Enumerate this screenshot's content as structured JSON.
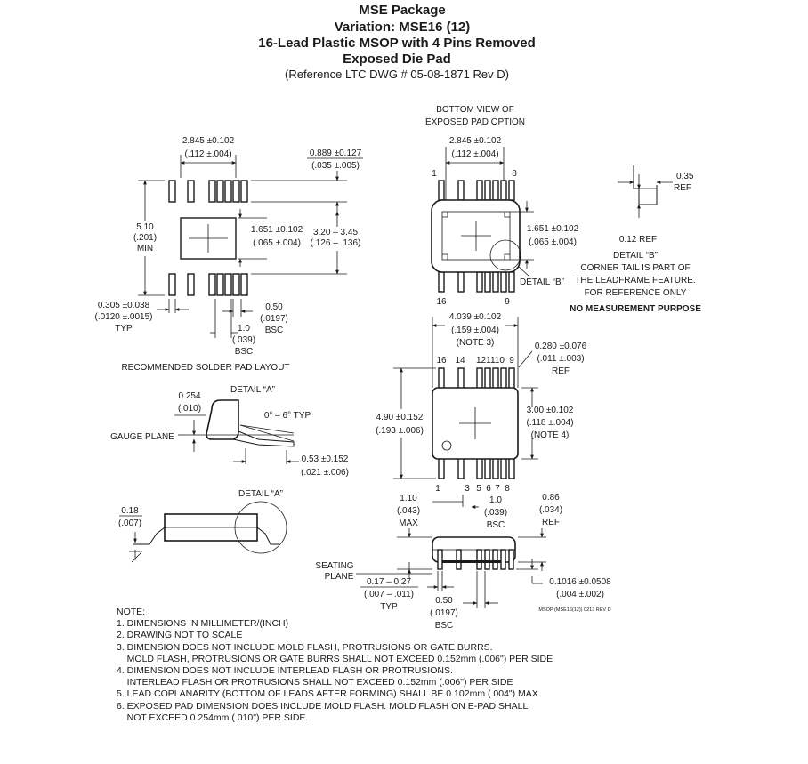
{
  "title": {
    "line1": "MSE Package",
    "line2": "Variation: MSE16 (12)",
    "line3": "16-Lead Plastic MSOP with 4 Pins Removed",
    "line4": "Exposed Die Pad",
    "reference": "(Reference LTC DWG # 05-08-1871 Rev D)"
  },
  "solder_layout": {
    "width_mm": "2.845 ±0.102",
    "width_in": "(.112 ±.004)",
    "pad_w_mm": "0.889 ±0.127",
    "pad_w_in": "(.035 ±.005)",
    "min_mm": "5.10",
    "min_in": "(.201)",
    "min_label": "MIN",
    "epad_mm": "1.651 ±0.102",
    "epad_in": "(.065 ±.004)",
    "span_mm": "3.20 – 3.45",
    "span_in": "(.126 – .136)",
    "lead_w_mm": "0.305 ±0.038",
    "lead_w_in": "(.0120 ±.0015)",
    "lead_w_typ": "TYP",
    "pitch_mm": "0.50",
    "pitch_in": "(.0197)",
    "pitch_bsc": "BSC",
    "pitch2_mm": "1.0",
    "pitch2_in": "(.039)",
    "pitch2_bsc": "BSC",
    "caption": "RECOMMENDED SOLDER PAD LAYOUT"
  },
  "bottom_view": {
    "caption1": "BOTTOM VIEW OF",
    "caption2": "EXPOSED PAD OPTION",
    "width_mm": "2.845 ±0.102",
    "width_in": "(.112 ±.004)",
    "pin1": "1",
    "pin8": "8",
    "pin16": "16",
    "pin9": "9",
    "epad_mm": "1.651 ±0.102",
    "epad_in": "(.065 ±.004)",
    "detail_b": "DETAIL “B”"
  },
  "detail_b": {
    "dim": "0.35",
    "ref": "REF",
    "dim2": "0.12 REF",
    "title": "DETAIL “B”",
    "text1": "CORNER TAIL IS PART OF",
    "text2": "THE LEADFRAME FEATURE.",
    "text3": "FOR REFERENCE ONLY",
    "text4": "NO MEASUREMENT PURPOSE"
  },
  "top_view": {
    "width_mm": "4.039 ±0.102",
    "width_in": "(.159 ±.004)",
    "width_note": "(NOTE 3)",
    "lead_mm": "0.280 ±0.076",
    "lead_in": "(.011 ±.003)",
    "lead_ref": "REF",
    "pins_top": [
      "16",
      "14",
      "121110",
      "9"
    ],
    "pins_bottom": [
      "1",
      "3",
      "5",
      "6",
      "7",
      "8"
    ],
    "len_mm": "4.90 ±0.152",
    "len_in": "(.193 ±.006)",
    "body_mm": "3.00 ±0.102",
    "body_in": "(.118 ±.004)",
    "body_note": "(NOTE 4)"
  },
  "detail_a": {
    "title": "DETAIL “A”",
    "thk_mm": "0.254",
    "thk_in": "(.010)",
    "angle": "0° – 6° TYP",
    "gauge": "GAUGE PLANE",
    "foot_mm": "0.53 ±0.152",
    "foot_in": "(.021 ±.006)"
  },
  "side_view": {
    "title": "DETAIL “A”",
    "lead_mm": "0.18",
    "lead_in": "(.007)"
  },
  "front_view": {
    "max_mm": "1.10",
    "max_in": "(.043)",
    "max_label": "MAX",
    "pitch_mm": "1.0",
    "pitch_in": "(.039)",
    "pitch_bsc": "BSC",
    "ref_mm": "0.86",
    "ref_in": "(.034)",
    "ref_label": "REF",
    "seating1": "SEATING",
    "seating2": "PLANE",
    "lw_mm": "0.17 – 0.27",
    "lw_in": "(.007 – .011)",
    "lw_typ": "TYP",
    "standoff_mm": "0.1016 ±0.0508",
    "standoff_in": "(.004 ±.002)",
    "p_mm": "0.50",
    "p_in": "(.0197)",
    "p_bsc": "BSC",
    "drawing_code": "MSOP (MSE16(12)) 0213 REV D"
  },
  "notes": [
    "NOTE:",
    "1. DIMENSIONS IN MILLIMETER/(INCH)",
    "2. DRAWING NOT TO SCALE",
    "3. DIMENSION DOES NOT INCLUDE MOLD FLASH, PROTRUSIONS OR GATE BURRS.",
    "    MOLD FLASH, PROTRUSIONS OR GATE BURRS SHALL NOT EXCEED 0.152mm (.006\") PER SIDE",
    "4. DIMENSION DOES NOT INCLUDE INTERLEAD FLASH OR PROTRUSIONS.",
    "    INTERLEAD FLASH OR PROTRUSIONS SHALL NOT EXCEED 0.152mm (.006\") PER SIDE",
    "5. LEAD COPLANARITY (BOTTOM OF LEADS AFTER FORMING) SHALL BE 0.102mm (.004\") MAX",
    "6. EXPOSED PAD DIMENSION DOES INCLUDE MOLD FLASH. MOLD FLASH ON E-PAD SHALL",
    "    NOT EXCEED 0.254mm (.010\") PER SIDE."
  ]
}
